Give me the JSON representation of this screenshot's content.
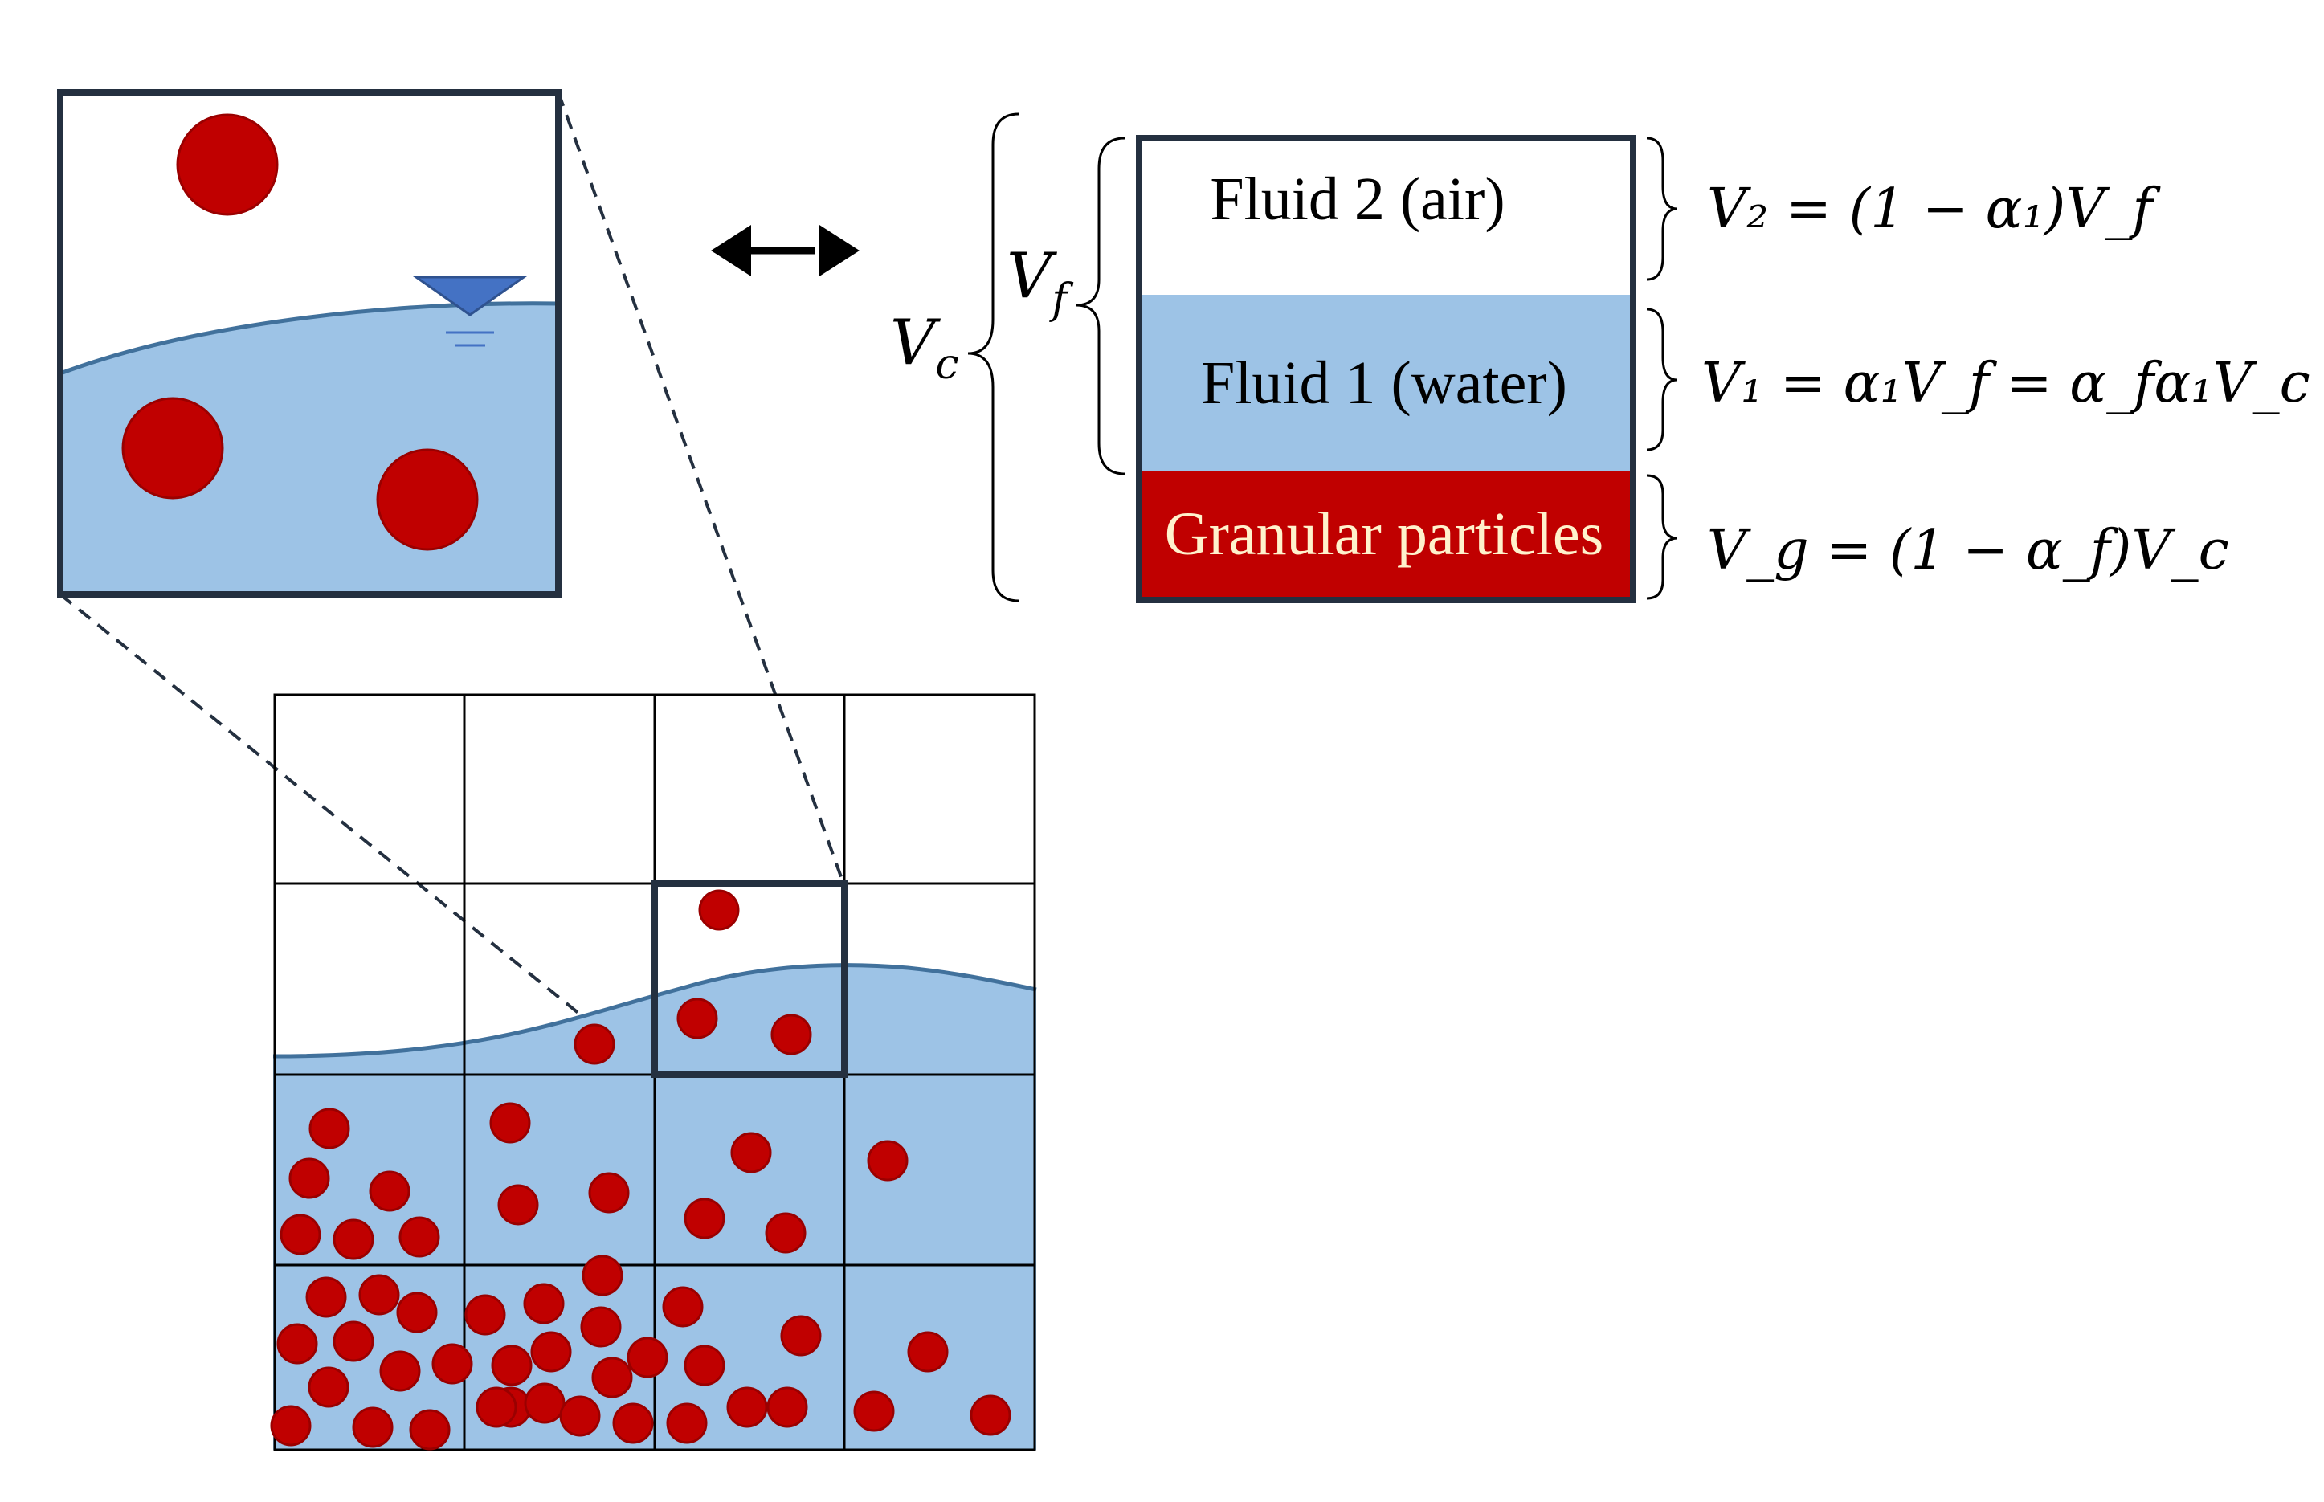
{
  "colors": {
    "water_fill": "#9dc3e6",
    "water_line": "#41719c",
    "particle": "#c00000",
    "particle_stroke": "#9a0000",
    "frame": "#243040",
    "grid": "#000000",
    "granular_label": "#fff2cc",
    "marker": "#4472c4"
  },
  "icons": {
    "arrow": "double-headed-arrow-icon",
    "water_level": "water-level-marker-icon"
  },
  "cell_layers": {
    "fluid2": "Fluid 2 (air)",
    "fluid1": "Fluid 1 (water)",
    "granular": "Granular particles"
  },
  "brace_labels": {
    "vc": {
      "base": "V",
      "sub": "c"
    },
    "vf": {
      "base": "V",
      "sub": "f"
    }
  },
  "equations": {
    "v2": "V₂ = (1 − α₁)V_f",
    "v1": "V₁ = α₁V_f = α_fα₁V_c",
    "vg": "V_g = (1 − α_f)V_c"
  },
  "grid": {
    "rows": 4,
    "cols": 4
  }
}
